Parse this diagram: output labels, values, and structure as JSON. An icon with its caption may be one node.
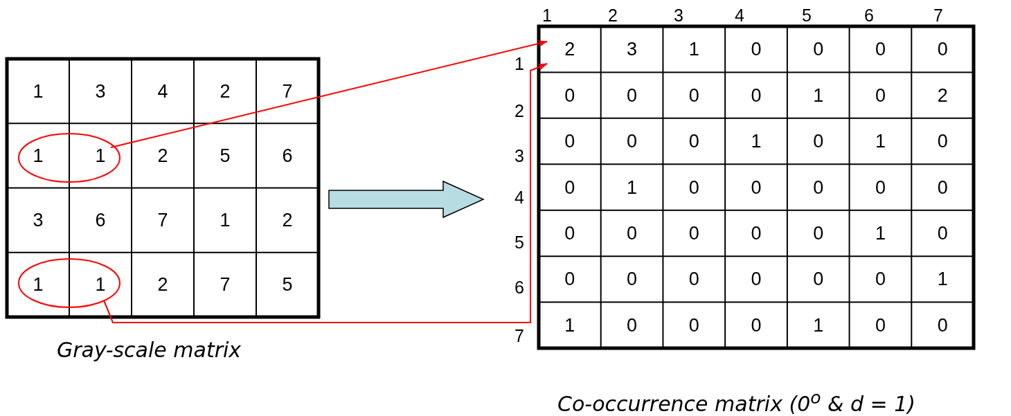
{
  "diagram": {
    "nodes": [
      {
        "text": [],
        "shape": "box",
        "beside": [
          "Gray-scale matrix"
        ]
      },
      {
        "text": [],
        "shape": "ellipse",
        "in": 0
      },
      {
        "text": [],
        "shape": "ellipse",
        "in": 0
      },
      {
        "text": [],
        "shape": "box",
        "beside": [
          "Co-occurrence matrix  (0$^{o}$ & d = 1)"
        ]
      },
      {
        "text": [
          "2"
        ],
        "in": 3
      }
    ],
    "edges": [
      {
        "from": 1,
        "to": 4,
        "arrow": "to",
        "color": "#ff0000"
      },
      {
        "from": 2,
        "to": 4,
        "arrow": "to",
        "color": "#ff0000"
      },
      {
        "from": 0,
        "to": 3,
        "arrow": "to",
        "style": "thick",
        "color": "#b7dde3"
      }
    ],
    "labels": [
      "1",
      "3",
      "4",
      "2",
      "7",
      "1",
      "1",
      "2",
      "5",
      "6",
      "3",
      "6",
      "7",
      "1",
      "2",
      "1",
      "1",
      "2",
      "7",
      "5",
      "1",
      "2",
      "3",
      "4",
      "5",
      "6",
      "7",
      "1",
      "2",
      "3",
      "4",
      "5",
      "6",
      "7",
      "3",
      "1",
      "0",
      "0",
      "0",
      "0",
      "0",
      "0",
      "0",
      "0",
      "1",
      "0",
      "2",
      "0",
      "0",
      "0",
      "1",
      "0",
      "1",
      "0",
      "0",
      "1",
      "0",
      "0",
      "0",
      "0",
      "0",
      "0",
      "0",
      "0",
      "0",
      "0",
      "1",
      "0",
      "0",
      "0",
      "0",
      "0",
      "0",
      "0",
      "1",
      "1",
      "0",
      "0",
      "0",
      "1",
      "0",
      "0"
    ]
  }
}
